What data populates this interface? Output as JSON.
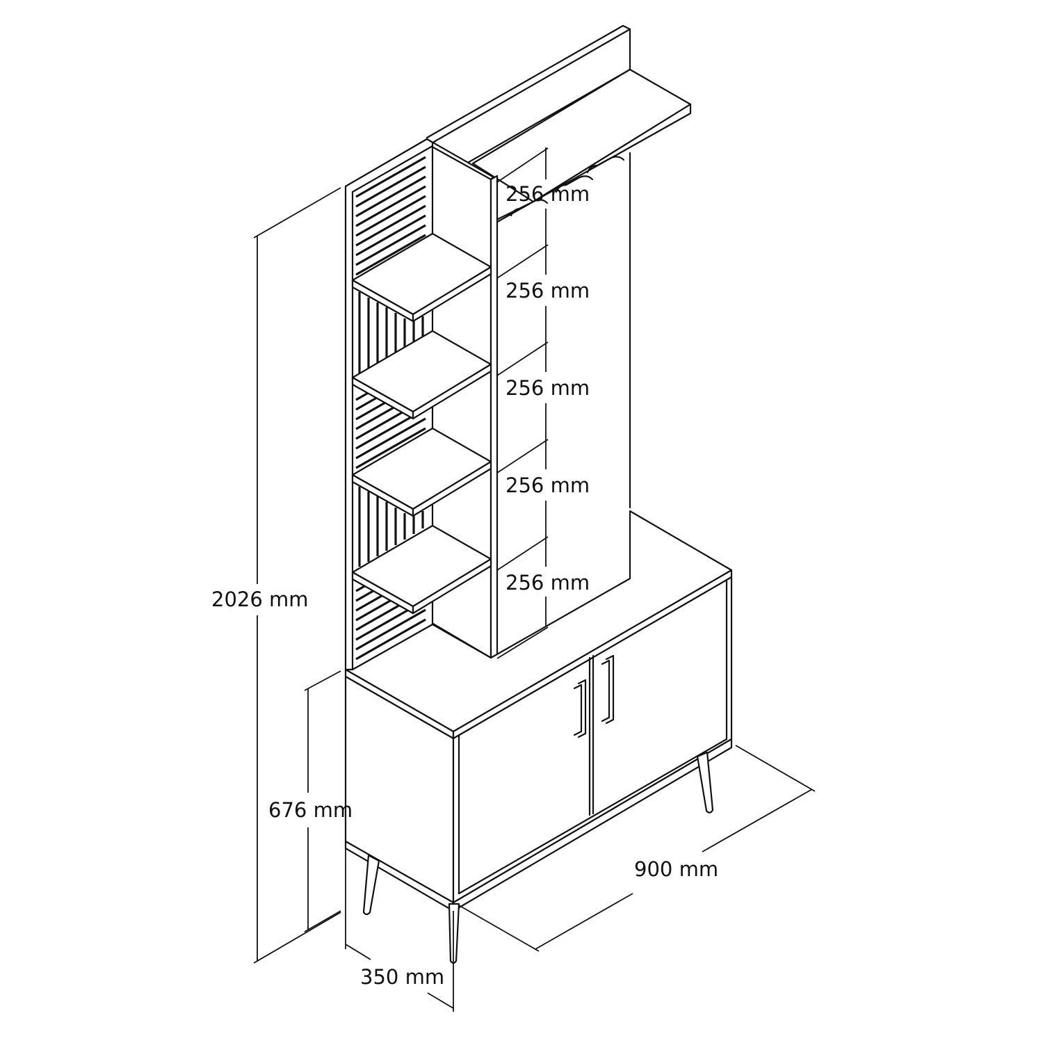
{
  "drawing": {
    "subject": "Hall stand / bar cabinet with shelving tower, top shelf and two-door base cabinet on tapered legs",
    "line_color": "#111111",
    "background": "#ffffff"
  },
  "dimensions": {
    "total_height": "2026 mm",
    "cabinet_height": "676 mm",
    "depth": "350 mm",
    "width": "900 mm",
    "shelf_spacings": [
      "256 mm",
      "256 mm",
      "256 mm",
      "256 mm",
      "256 mm"
    ]
  }
}
